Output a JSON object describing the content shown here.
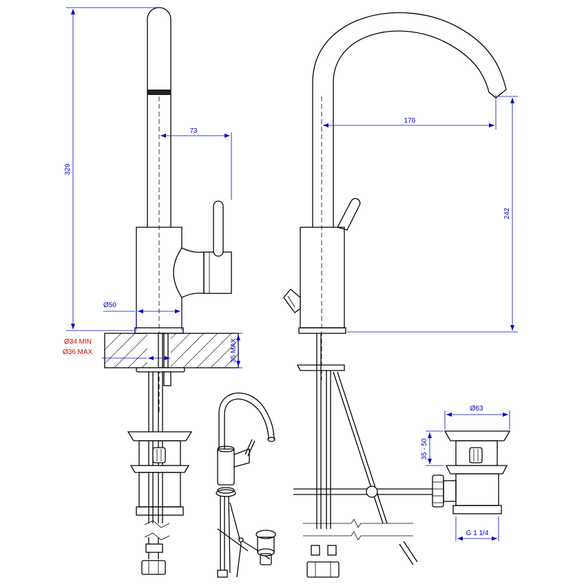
{
  "dimensions": {
    "height_total": "329",
    "lever_offset": "73",
    "base_diameter": "Ø50",
    "hole_min": "Ø34 MIN",
    "hole_max": "Ø36 MAX",
    "deck_max": "35 MAX",
    "spout_reach": "176",
    "spout_height": "242",
    "waste_diameter": "Ø63",
    "waste_height": "35 - 50",
    "waste_thread": "G 1 1/4"
  },
  "colors": {
    "dimension": "#0000cc",
    "hole_note": "#e00000",
    "outline": "#000000"
  }
}
